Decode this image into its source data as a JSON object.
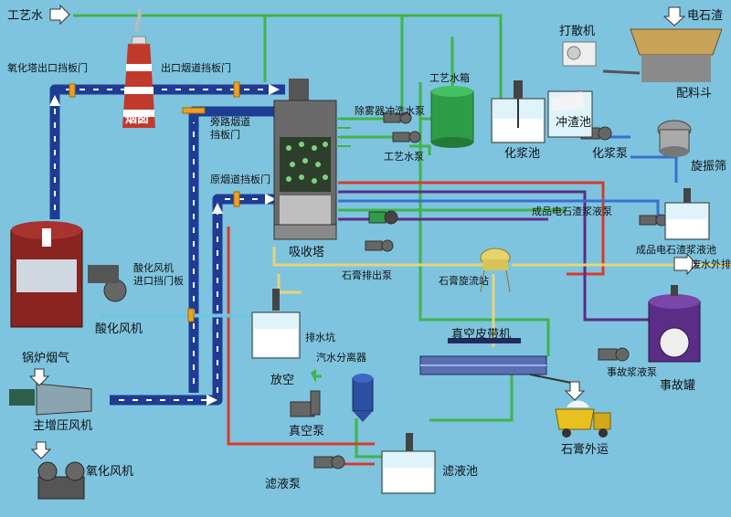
{
  "labels": {
    "process_water": "工艺水",
    "carbide_slag": "电石渣",
    "disperser": "打散机",
    "mixing_hopper": "配料斗",
    "flush_tank": "冲渣池",
    "slurry_tank": "化浆池",
    "slurry_pump": "化浆泵",
    "vibrating_screen": "旋振筛",
    "oxidation_outlet_damper": "氧化塔出口挡板门",
    "outlet_flue_damper": "出口烟道挡板门",
    "chimney": "烟囱",
    "bypass_damper": "旁路烟道\n挡板门",
    "raw_flue_damper": "原烟道挡板门",
    "demister_pump": "除雾器冲洗水泵",
    "process_water_tank": "工艺水箱",
    "process_water_pump": "工艺水泵",
    "product_slurry_pump": "成品电石渣浆液泵",
    "product_slurry_tank": "成品电石渣浆液池",
    "absorber": "吸收塔",
    "gypsum_pump": "石膏排出泵",
    "hydrocyclone": "石膏旋流站",
    "wastewater": "废水外排",
    "oxidation_fan_damper": "酸化风机\n进口挡门板",
    "oxidation_fan_left": "酸化风机",
    "drain_pit": "排水坑",
    "vacuum_belt": "真空皮带机",
    "emergency_pump": "事故浆液泵",
    "emergency_tank": "事故罐",
    "boiler_gas": "锅炉烟气",
    "booster_fan": "主增压风机",
    "steam_separator": "汽水分离器",
    "vent": "放空",
    "vacuum_pump": "真空泵",
    "gypsum_out": "石膏外运",
    "oxidation_fan_bottom": "氧化风机",
    "filtrate_pump": "滤液泵",
    "filtrate_tank": "滤液池"
  },
  "colors": {
    "background": "#7ec4df",
    "flue": "#1f3c93",
    "water": "#3fb54a",
    "slurry": "#d93a2b",
    "gypsum": "#e8d27a",
    "purple": "#5b2d86",
    "blue_line": "#3a6fd0"
  }
}
